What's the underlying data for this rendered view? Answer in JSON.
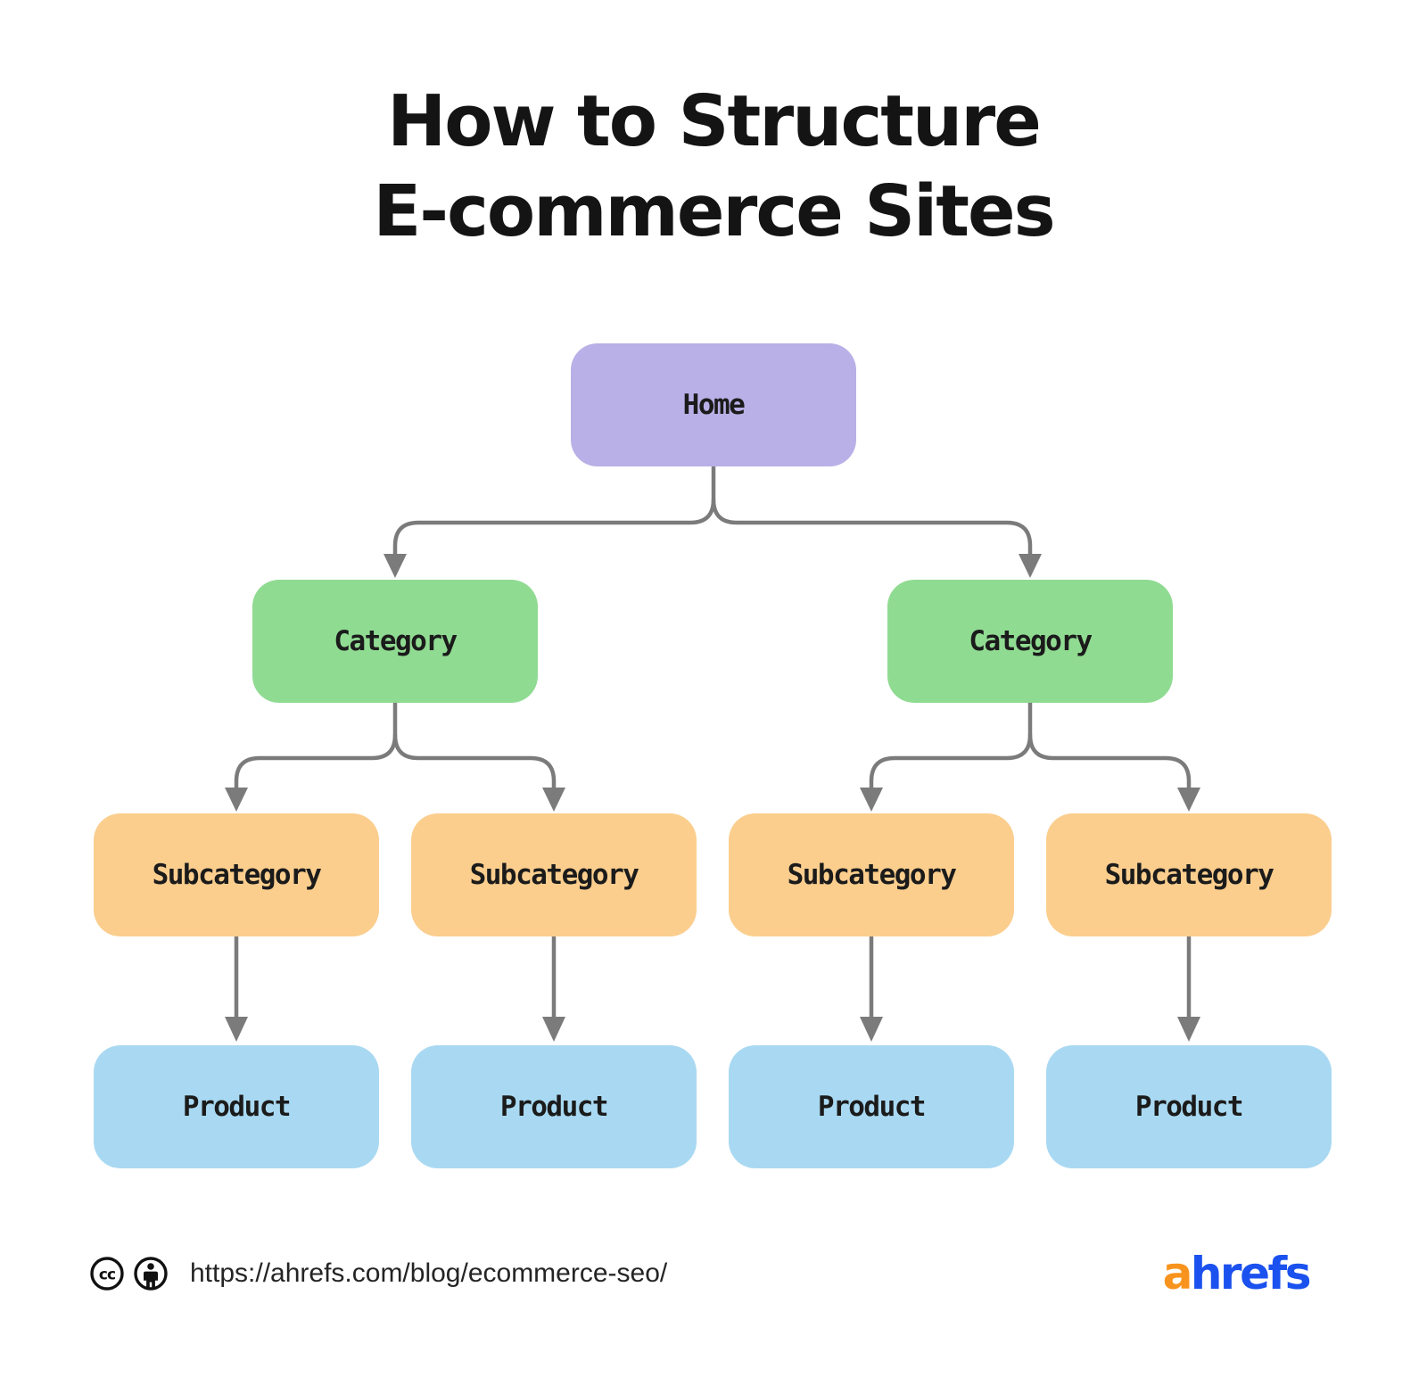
{
  "title": {
    "line1": "How to Structure",
    "line2": "E-commerce Sites"
  },
  "diagram": {
    "home": {
      "label": "Home",
      "fill": "#B8B0E6"
    },
    "categories": [
      {
        "label": "Category"
      },
      {
        "label": "Category"
      }
    ],
    "subcategories": [
      {
        "label": "Subcategory"
      },
      {
        "label": "Subcategory"
      },
      {
        "label": "Subcategory"
      },
      {
        "label": "Subcategory"
      }
    ],
    "products": [
      {
        "label": "Product"
      },
      {
        "label": "Product"
      },
      {
        "label": "Product"
      },
      {
        "label": "Product"
      }
    ],
    "colors": {
      "category_fill": "#90DB92",
      "subcategory_fill": "#FBCE8E",
      "product_fill": "#A9D9F2",
      "connector": "#7B7B7B",
      "label_text": "#1B1B1B"
    }
  },
  "footer": {
    "icons": [
      {
        "name": "cc-license-icon"
      },
      {
        "name": "attribution-icon"
      }
    ],
    "source_url": "https://ahrefs.com/blog/ecommerce-seo/",
    "logo": {
      "part1": "a",
      "part2": "hrefs",
      "part1_color": "#F8941D",
      "part2_color": "#1B51EE"
    }
  }
}
